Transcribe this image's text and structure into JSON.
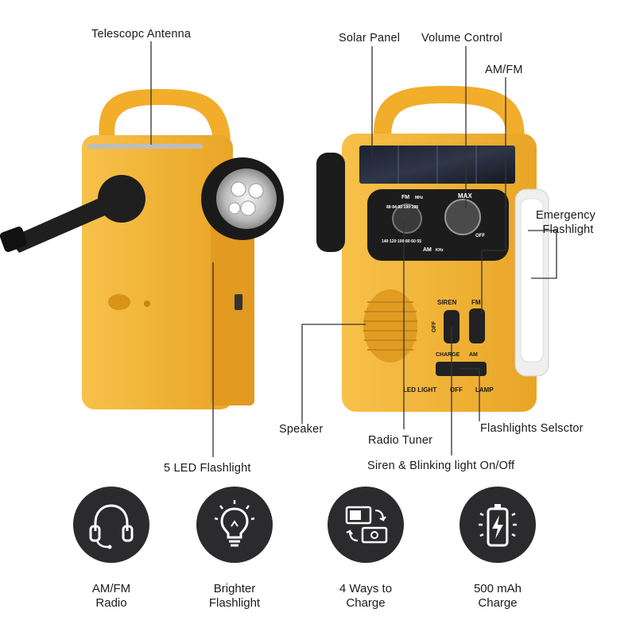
{
  "callouts": {
    "telescopic_antenna": "Telescopc Antenna",
    "solar_panel": "Solar Panel",
    "volume_control": "Volume Control",
    "am_fm": "AM/FM",
    "emergency_flashlight": "Emergency Flashlight",
    "emergency_flashlight_line1": "Emergency",
    "emergency_flashlight_line2": "Flashlight",
    "speaker": "Speaker",
    "radio_tuner": "Radio Tuner",
    "flashlights_selector": "Flashlights Selsctor",
    "siren_blinking": "Siren & Blinking light On/Off",
    "led_flashlight": "5 LED Flashlight"
  },
  "device_markings": {
    "dial_fm": "FM",
    "dial_mhz": "MHz",
    "dial_am": "AM",
    "dial_khz": "KHz",
    "dial_top_scale": "88·84·92·100·108",
    "dial_bottom_scale": "140·120·100·80·60·55",
    "max": "MAX",
    "off": "OFF",
    "siren": "SIREN",
    "fm": "FM",
    "switch_off": "OFF",
    "charge": "CHARGE",
    "am": "AM",
    "led_light": "LED LIGHT",
    "selector_off": "OFF",
    "lamp": "LAMP"
  },
  "features": [
    {
      "icon": "headphones-icon",
      "line1": "AM/FM",
      "line2": "Radio"
    },
    {
      "icon": "lightbulb-icon",
      "line1": "Brighter",
      "line2": "Flashlight"
    },
    {
      "icon": "charging-icon",
      "line1": "4 Ways to",
      "line2": "Charge"
    },
    {
      "icon": "battery-bolt-icon",
      "line1": "500 mAh",
      "line2": "Charge"
    }
  ],
  "colors": {
    "body_yellow": "#f4b42b",
    "body_shadow": "#d9951a",
    "dark_panel": "#1c1c1c",
    "icon_circle": "#2b2b2d"
  }
}
